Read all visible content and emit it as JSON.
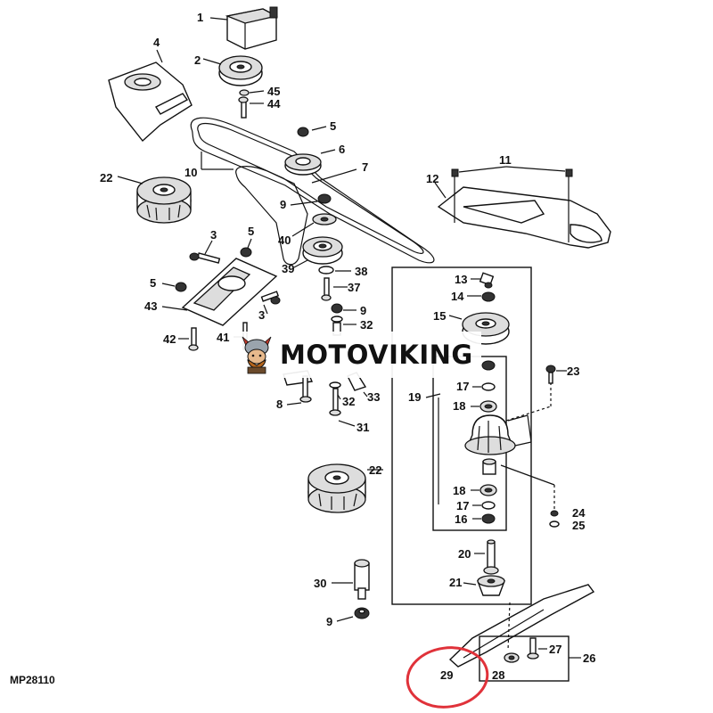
{
  "figure_code": "MP28110",
  "watermark": {
    "text": "MOTOVIKING",
    "logo_icon": "viking-mascot-icon"
  },
  "highlight": {
    "part_ref": "29",
    "color": "#e0323a"
  },
  "callouts": {
    "c1": "1",
    "c2": "2",
    "c3a": "3",
    "c3b": "3",
    "c4": "4",
    "c5a": "5",
    "c5b": "5",
    "c5c": "5",
    "c6": "6",
    "c7": "7",
    "c8": "8",
    "c9a": "9",
    "c9b": "9",
    "c9c": "9",
    "c10": "10",
    "c11": "11",
    "c12": "12",
    "c13": "13",
    "c14": "14",
    "c15": "15",
    "c16": "16",
    "c17a": "17",
    "c17b": "17",
    "c18a": "18",
    "c18b": "18",
    "c19": "19",
    "c20": "20",
    "c21": "21",
    "c22a": "22",
    "c22b": "22",
    "c23": "23",
    "c24": "24",
    "c25": "25",
    "c26": "26",
    "c27": "27",
    "c28": "28",
    "c29": "29",
    "c30": "30",
    "c31": "31",
    "c32a": "32",
    "c32b": "32",
    "c33": "33",
    "c37": "37",
    "c38": "38",
    "c39": "39",
    "c40": "40",
    "c41": "41",
    "c42": "42",
    "c43": "43",
    "c44": "44",
    "c45": "45"
  }
}
